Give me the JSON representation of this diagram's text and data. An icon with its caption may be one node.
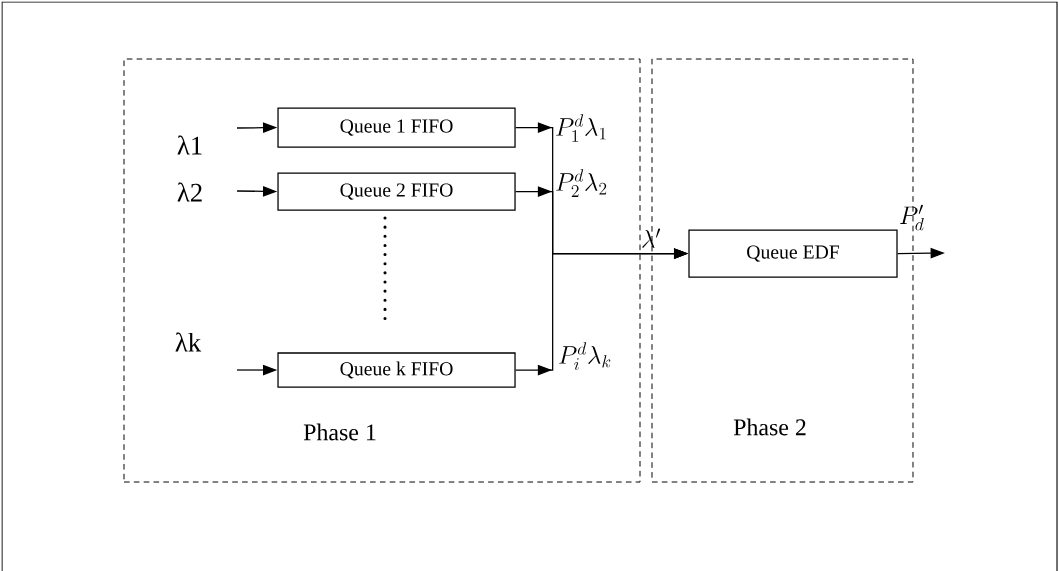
{
  "diagram": {
    "nodes": [
      {
        "text": [
          "Phase 1"
        ]
      },
      {
        "text": [
          "Phase 2"
        ]
      },
      {
        "text": [
          "Queue 1  FIFO"
        ],
        "in": 0
      },
      {
        "text": [
          "Queue 2  FIFO"
        ],
        "in": 0
      },
      {
        "text": [
          "Queue k  FIFO"
        ],
        "in": 0
      },
      {
        "text": [
          "Queue EDF"
        ],
        "in": 1
      }
    ],
    "edges": [
      {
        "from": null,
        "to": 2,
        "arrow": "to"
      },
      {
        "from": null,
        "to": 3,
        "arrow": "to"
      },
      {
        "from": null,
        "to": 4,
        "arrow": "to"
      },
      {
        "from": 2,
        "to": 5,
        "arrow": "to"
      },
      {
        "from": 3,
        "to": 5,
        "arrow": "to"
      },
      {
        "from": 4,
        "to": 5,
        "arrow": "to"
      },
      {
        "from": 5,
        "to": null,
        "arrow": "to"
      }
    ],
    "labels": [
      "λ1",
      "λ2",
      "λk",
      "P_1^d\\lambda_1",
      "P_2^d\\lambda_2",
      "P_i^d\\lambda_k",
      "\\lambda'",
      "P'_d"
    ]
  }
}
